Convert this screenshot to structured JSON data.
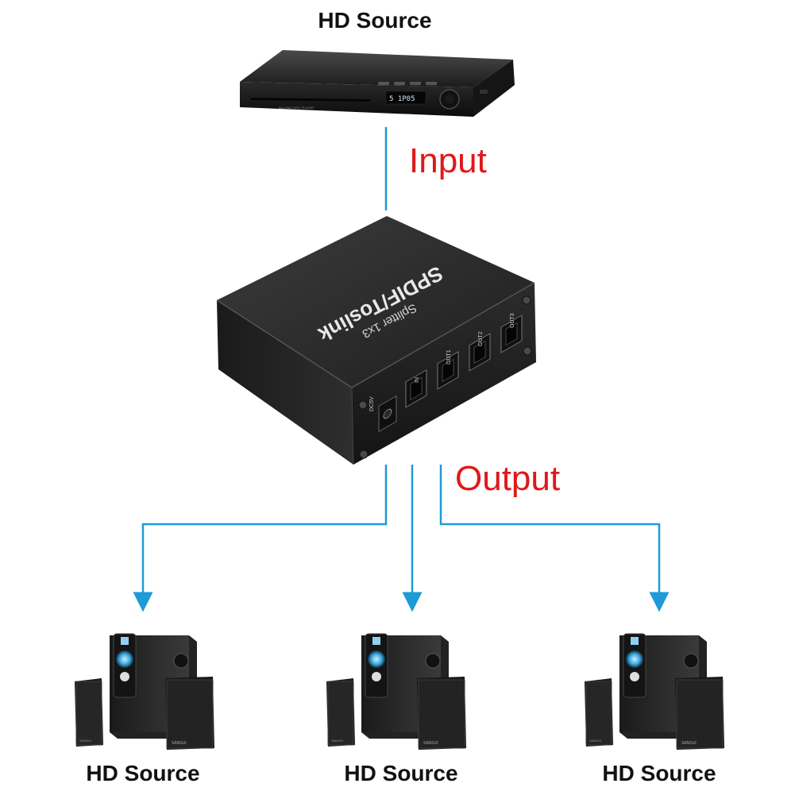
{
  "top_label": "HD Source",
  "input_label": "Input",
  "output_label": "Output",
  "bottom_labels": [
    "HD Source",
    "HD Source",
    "HD Source"
  ],
  "device": {
    "title": "SPDIF/Toslink",
    "subtitle": "Splitter 1x3",
    "ports": [
      "DC5V",
      "IN",
      "OUT1",
      "OUT2",
      "OUT3"
    ]
  },
  "player_display": "5 1P05",
  "speaker_brand": "SANSUI",
  "colors": {
    "connector_line": "#1e9ad6",
    "accent_red": "#e01818",
    "device_body": "#262626"
  }
}
